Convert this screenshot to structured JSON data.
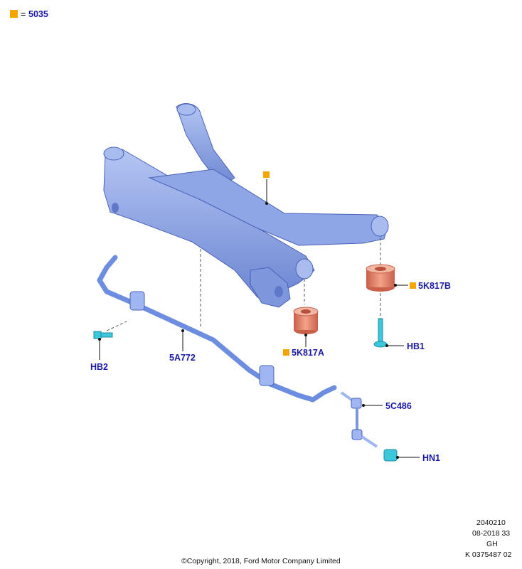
{
  "legend": {
    "marker_color": "#f5a500",
    "equals": "=",
    "value": "5035"
  },
  "callouts": {
    "frame_marker": "",
    "bushing_b": "5K817B",
    "bolt_1": "HB1",
    "bushing_a": "5K817A",
    "bolt_2": "HB2",
    "stabilizer_bar": "5A772",
    "link": "5C486",
    "nut": "HN1"
  },
  "footer": {
    "line1": "2040210",
    "line2": "08-2018 33",
    "line3": "GH",
    "line4": "K 0375487 02",
    "copyright": "©Copyright, 2018, Ford Motor Company Limited"
  },
  "colors": {
    "label": "#1a1aa6",
    "frame": "#8fa8e8",
    "frame_dark": "#5f78c8",
    "bushing": "#e0826a",
    "fastener": "#3cc8dc",
    "marker": "#f5a500"
  }
}
